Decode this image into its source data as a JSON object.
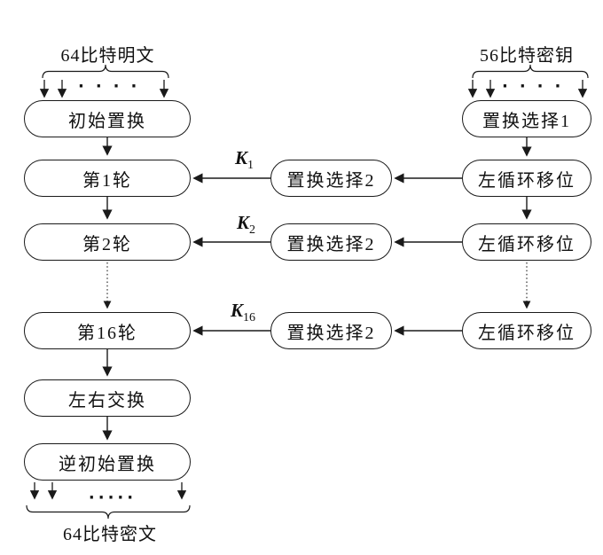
{
  "colors": {
    "stroke": "#1a1a1a",
    "background": "#ffffff",
    "box_fill": "#ffffff"
  },
  "labels": {
    "plaintext_label": "64比特明文",
    "key_label": "56比特密钥",
    "ciphertext_label": "64比特密文",
    "ellipsis_wide": "····",
    "ellipsis_tight": "·····"
  },
  "nodes": {
    "left": [
      {
        "label": "初始置换"
      },
      {
        "label": "第1轮"
      },
      {
        "label": "第2轮"
      },
      {
        "label": "第16轮"
      },
      {
        "label": "左右交换"
      },
      {
        "label": "逆初始置换"
      }
    ],
    "middle": [
      {
        "label": "置换选择2"
      },
      {
        "label": "置换选择2"
      },
      {
        "label": "置换选择2"
      }
    ],
    "right": [
      {
        "label": "置换选择1"
      },
      {
        "label": "左循环移位"
      },
      {
        "label": "左循环移位"
      },
      {
        "label": "左循环移位"
      }
    ]
  },
  "round_keys": [
    {
      "base": "K",
      "sub": "1"
    },
    {
      "base": "K",
      "sub": "2"
    },
    {
      "base": "K",
      "sub": "16"
    }
  ]
}
